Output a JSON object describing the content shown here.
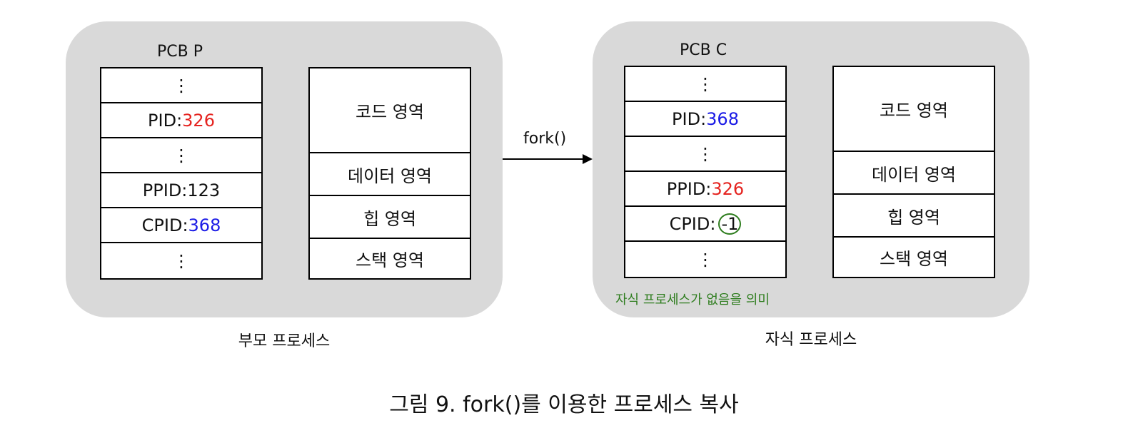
{
  "parent": {
    "caption": "부모 프로세스",
    "pcb_title": "PCB P",
    "pcb_rows": {
      "r1": "⋮",
      "pid_label": "PID: ",
      "pid_value": "326",
      "r3": "⋮",
      "ppid_label": "PPID: ",
      "ppid_value": "123",
      "cpid_label": "CPID: ",
      "cpid_value": "368",
      "r6": "⋮"
    },
    "memory": [
      "코드 영역",
      "데이터 영역",
      "힙 영역",
      "스택 영역"
    ]
  },
  "child": {
    "caption": "자식 프로세스",
    "pcb_title": "PCB C",
    "pcb_rows": {
      "r1": "⋮",
      "pid_label": "PID: ",
      "pid_value": "368",
      "r3": "⋮",
      "ppid_label": "PPID: ",
      "ppid_value": "326",
      "cpid_label": "CPID:",
      "cpid_value": "-1",
      "r6": "⋮"
    },
    "memory": [
      "코드 영역",
      "데이터 영역",
      "힙 영역",
      "스택 영역"
    ],
    "note": "자식 프로세스가 없음을 의미"
  },
  "arrow_label": "fork()",
  "figure_caption": "그림 9. fork()를 이용한 프로세스 복사",
  "colors": {
    "panel": "#d9d9d9",
    "red": "#e5231f",
    "blue": "#1a1ae6",
    "green": "#2e7d1e"
  }
}
